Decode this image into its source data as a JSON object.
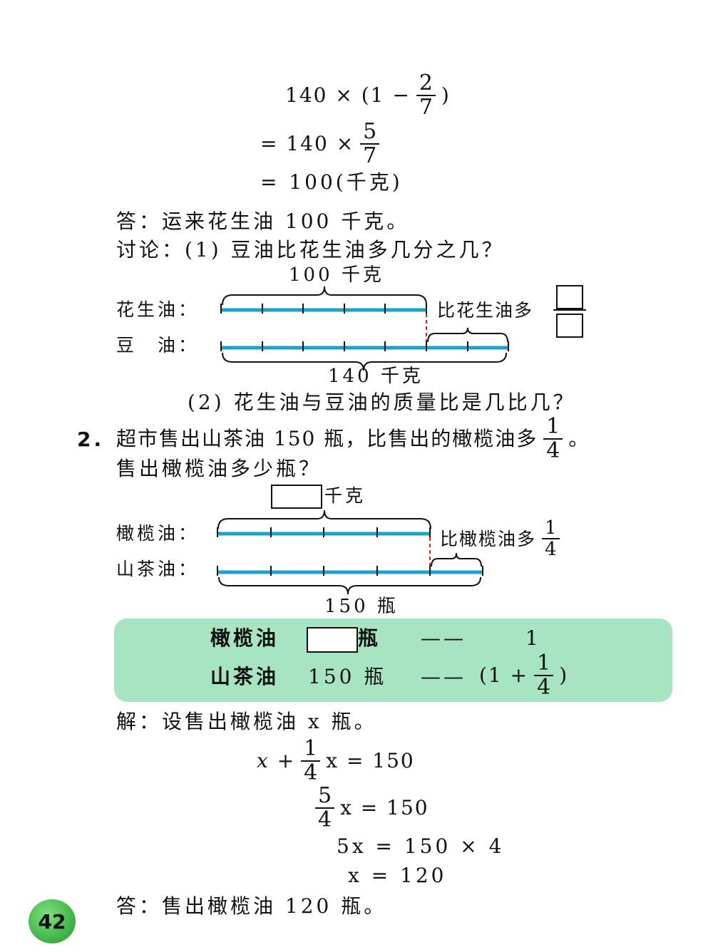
{
  "calc1": {
    "line1": "140 × (1 −",
    "frac1": {
      "n": "2",
      "d": "7"
    },
    "close": ")",
    "line2": "= 140 ×",
    "frac2": {
      "n": "5",
      "d": "7"
    },
    "line3": "= 100(千克)"
  },
  "answer1": "答：运来花生油 100 千克。",
  "discuss": "讨论：(1) 豆油比花生油多几分之几？",
  "diagram1": {
    "top_label": "100 千克",
    "row1": "花生油：",
    "row2": "豆　油：",
    "side_label": "比花生油多",
    "bottom_label": "140 千克"
  },
  "discuss2": "(2) 花生油与豆油的质量比是几比几？",
  "problem2": {
    "number": "2.",
    "line1": "超市售出山茶油 150 瓶，比售出的橄榄油多",
    "frac": {
      "n": "1",
      "d": "4"
    },
    "end": "。",
    "line2": "售出橄榄油多少瓶？"
  },
  "diagram2": {
    "top_unit": "千克",
    "row1": "橄榄油：",
    "row2": "山茶油：",
    "side_label": "比橄榄油多",
    "side_frac": {
      "n": "1",
      "d": "4"
    },
    "bottom_label": "150 瓶"
  },
  "green": {
    "r1_label": "橄榄油",
    "r1_unit": "瓶",
    "r1_dash": "——",
    "r1_val": "1",
    "r2_label": "山茶油",
    "r2_val": "150 瓶",
    "r2_dash": "——",
    "r2_open": "(1 +",
    "r2_frac": {
      "n": "1",
      "d": "4"
    },
    "r2_close": ")"
  },
  "solution": {
    "intro": "解：设售出橄榄油 x 瓶。",
    "eq1_left": "x +",
    "eq1_frac": {
      "n": "1",
      "d": "4"
    },
    "eq1_right": "x = 150",
    "eq2_frac": {
      "n": "5",
      "d": "4"
    },
    "eq2_right": "x = 150",
    "eq3": "5x = 150 × 4",
    "eq4": "x = 120"
  },
  "answer2": "答：售出橄榄油 120 瓶。",
  "page_number": "42",
  "colors": {
    "bar": "#1aa3c4",
    "green": "#a6e4c2",
    "dash": "#e02020"
  }
}
